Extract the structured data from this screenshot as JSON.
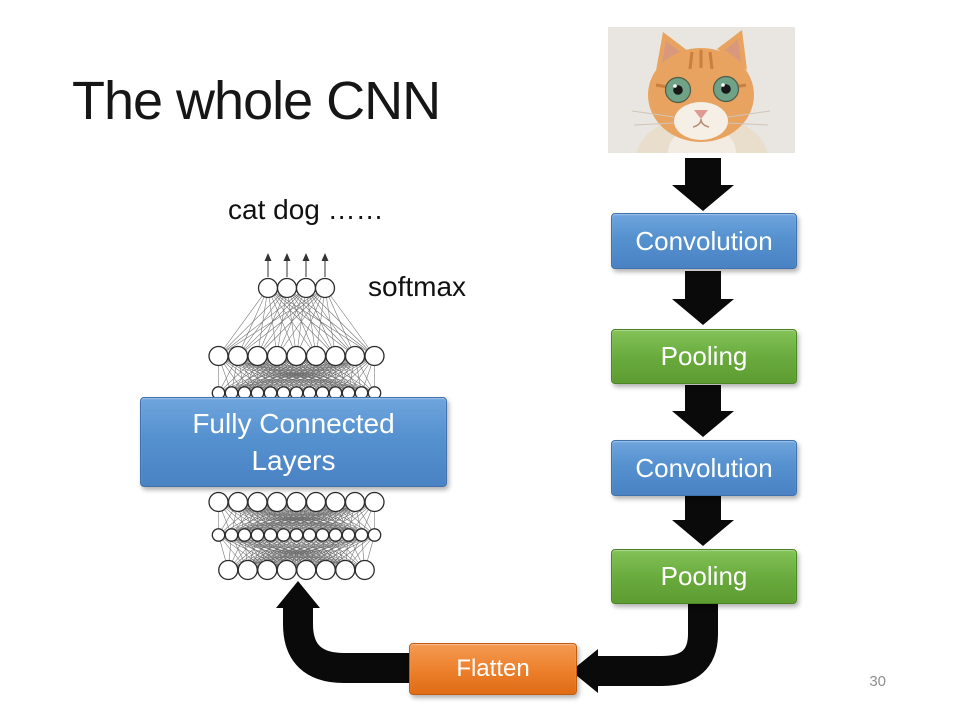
{
  "slide": {
    "title": "The whole CNN",
    "page_number": "30"
  },
  "labels": {
    "cat_dog": "cat dog ……",
    "softmax": "softmax"
  },
  "pipeline": {
    "input_image": "kitten-photo",
    "boxes": [
      {
        "label": "Convolution",
        "color": "blue"
      },
      {
        "label": "Pooling",
        "color": "green"
      },
      {
        "label": "Convolution",
        "color": "blue"
      },
      {
        "label": "Pooling",
        "color": "green"
      }
    ],
    "flatten_label": "Flatten",
    "fully_connected_label": "Fully Connected Layers",
    "fully_connected_lines": [
      "Fully Connected",
      "Layers"
    ]
  },
  "network": {
    "output_nodes": 4,
    "layers_above_box": [
      9,
      13
    ],
    "layers_below_box": [
      9,
      13,
      8
    ]
  },
  "colors": {
    "blue": "#4a82c4",
    "green": "#68a93c",
    "orange": "#ec7f2b",
    "arrow_black": "#0a0a0a",
    "page_number_gray": "#8f8f8f"
  }
}
